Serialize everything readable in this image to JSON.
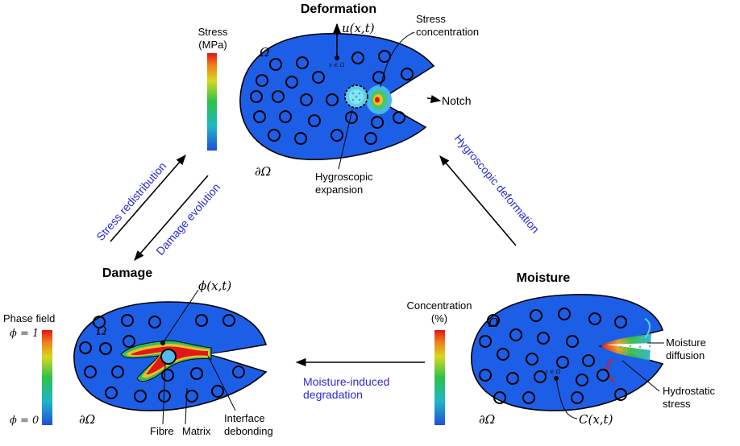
{
  "titles": {
    "deformation": "Deformation",
    "damage": "Damage",
    "moisture": "Moisture"
  },
  "deformation": {
    "displacement": "u(x,t)",
    "domain": "Ω",
    "boundary": "∂Ω",
    "point": "x ∈ Ω",
    "stress_concentration_line1": "Stress",
    "stress_concentration_line2": "concentration",
    "notch": "Notch",
    "hygroscopic_line1": "Hygroscopic",
    "hygroscopic_line2": "expansion"
  },
  "stress_bar": {
    "label_line1": "Stress",
    "label_line2": "(MPa)"
  },
  "damage": {
    "phase_field": "ϕ(x,t)",
    "domain": "Ω",
    "boundary": "∂Ω",
    "fibre": "Fibre",
    "matrix": "Matrix",
    "interface_line1": "Interface",
    "interface_line2": "debonding"
  },
  "phase_bar": {
    "label": "Phase field",
    "top": "ϕ = 1",
    "bottom": "ϕ = 0"
  },
  "moisture": {
    "domain": "Ω",
    "boundary": "∂Ω",
    "point": "x ∈ Ω",
    "concentration": "C(x,t)",
    "diffusion_line1": "Moisture",
    "diffusion_line2": "diffusion",
    "hydrostatic_line1": "Hydrostatic",
    "hydrostatic_line2": "stress"
  },
  "concentration_bar": {
    "label_line1": "Concentration",
    "label_line2": "(%)"
  },
  "arrows": {
    "stress_redistribution": "Stress redistribution",
    "damage_evolution": "Damage evolution",
    "hygroscopic_deformation": "Hygroscopic deformation",
    "degradation_line1": "Moisture-induced",
    "degradation_line2": "degradation"
  },
  "colors": {
    "domain_fill": "#1d5ee6",
    "arrow_label": "#2a2ad8"
  }
}
